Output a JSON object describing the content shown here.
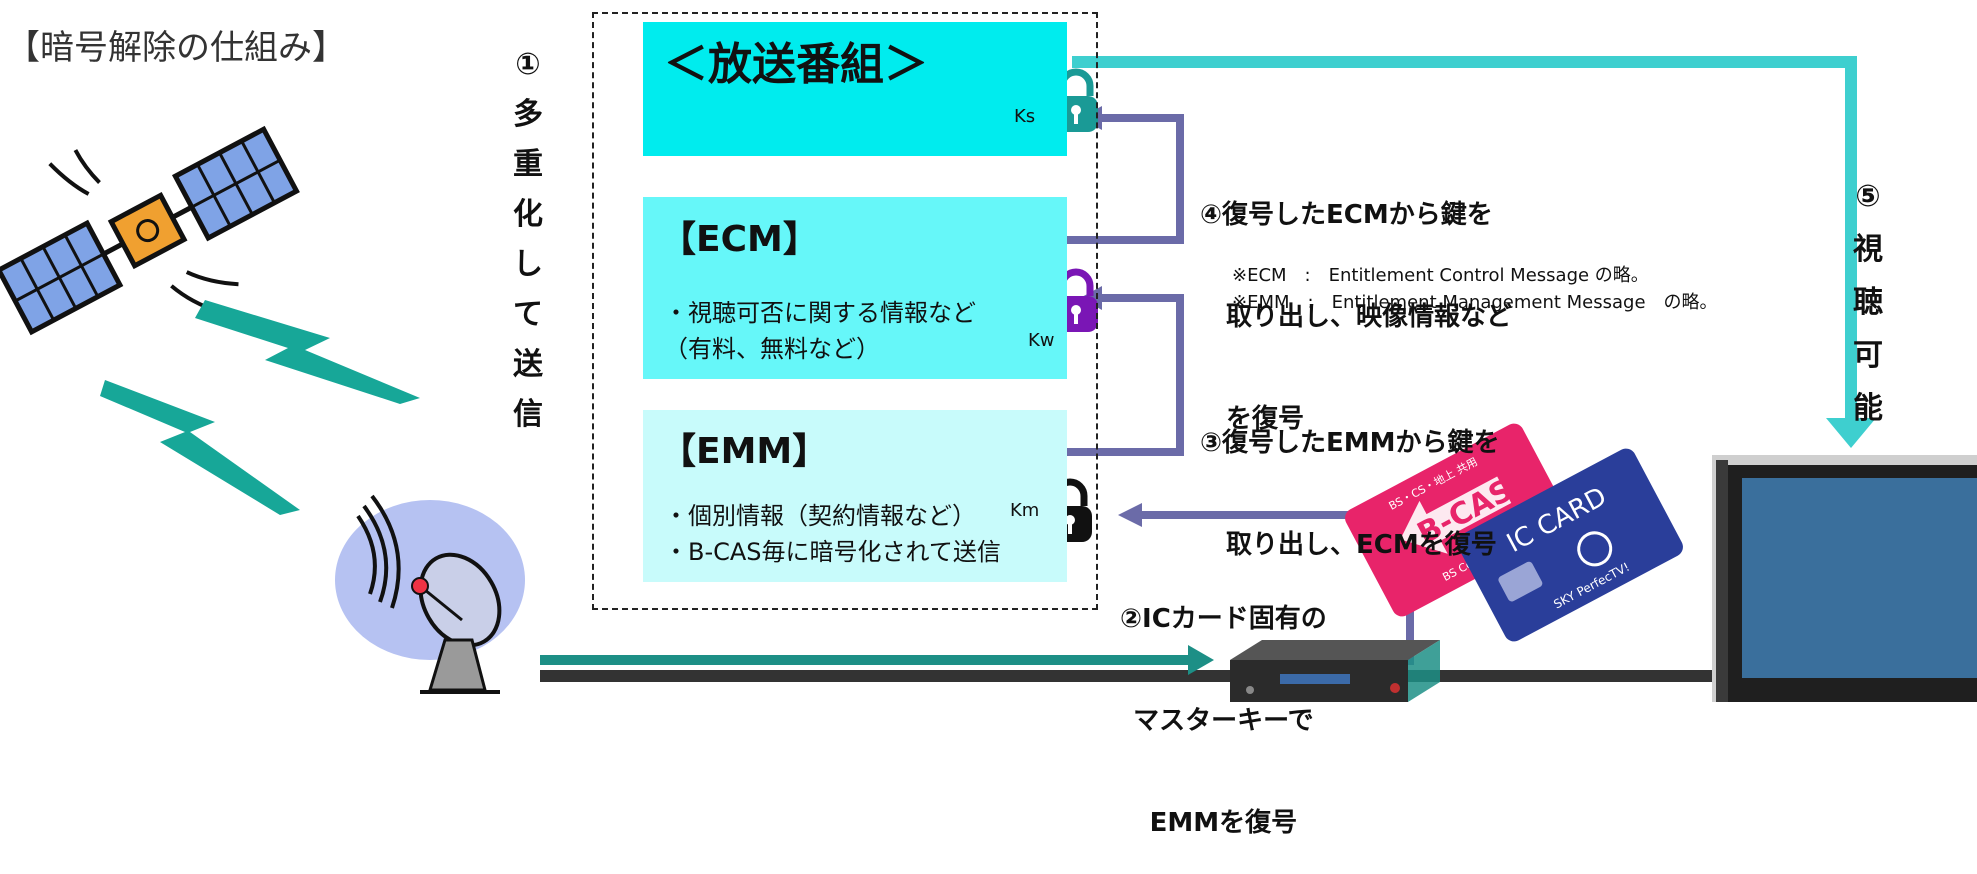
{
  "title": "【暗号解除の仕組み】",
  "multiplex": {
    "number": "①",
    "chars": [
      "多",
      "重",
      "化",
      "し",
      "て",
      "送",
      "信"
    ]
  },
  "viewable": {
    "number": "⑤",
    "chars": [
      "視",
      "聴",
      "可",
      "能"
    ]
  },
  "panels": {
    "broadcast": {
      "heading": "＜放送番組＞",
      "lock_label": "Ks"
    },
    "ecm": {
      "heading": "【ECM】",
      "lines": [
        "・視聴可否に関する情報など",
        "（有料、無料など）"
      ],
      "lock_label": "Kw"
    },
    "emm": {
      "heading": "【EMM】",
      "lines": [
        "・個別情報（契約情報など）",
        "・B-CAS毎に暗号化されて送信"
      ],
      "lock_label": "Km"
    }
  },
  "steps": {
    "step4": [
      "④復号したECMから鍵を",
      "　取り出し、映像情報など",
      "　を復号"
    ],
    "step3": [
      "③復号したEMMから鍵を",
      "　取り出し、ECMを復号"
    ],
    "step2": [
      "②ICカード固有の",
      "マスターキーで",
      "EMMを復号"
    ]
  },
  "notes": [
    "※ECM　:　Entitlement Control Message の略。",
    "※EMM　:　Entitlement Management Message　の略。"
  ],
  "cards": {
    "bcas": {
      "header": "BS・CS・地上 共用",
      "name": "B-CAS",
      "footer": "BS Conditional"
    },
    "ic": {
      "name": "IC CARD",
      "footer": "SKY PerfecTV!"
    }
  },
  "colors": {
    "broadcast_fill": "#00ecee",
    "ecm_fill": "#66f7f9",
    "emm_fill": "#c8fbfb",
    "teal_arrow": "#3ecfcf",
    "purple_arrow": "#6b6ba8",
    "key_teal": "#1a9a96",
    "key_purple": "#7a16b5"
  },
  "icons": [
    "satellite-icon",
    "lightning-bolt-icon",
    "satellite-dish-icon",
    "lock-icon",
    "key-icon",
    "tuner-box-icon",
    "tv-monitor-icon",
    "bcas-card-icon",
    "ic-card-icon"
  ]
}
